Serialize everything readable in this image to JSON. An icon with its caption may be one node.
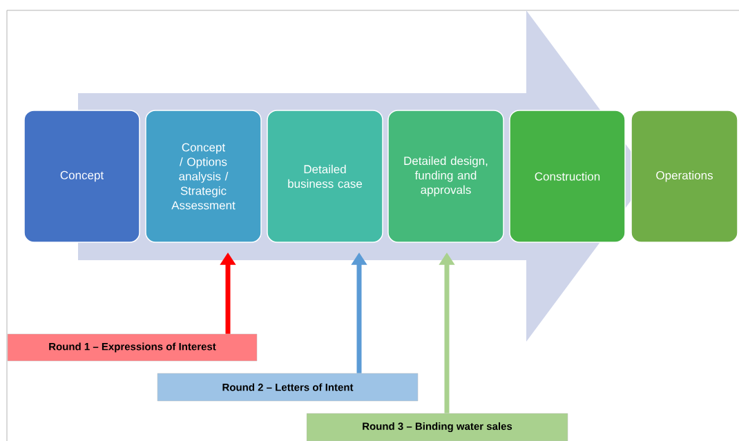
{
  "diagram": {
    "nodes": [
      {
        "text": [
          "Concept"
        ]
      },
      {
        "text": [
          "Concept / Options analysis / Strategic Assessment"
        ]
      },
      {
        "text": [
          "Detailed business case"
        ]
      },
      {
        "text": [
          "Detailed design, funding and approvals"
        ]
      },
      {
        "text": [
          "Construction"
        ]
      },
      {
        "text": [
          "Operations"
        ]
      },
      {
        "text": [
          "Round 1 – Expressions of Interest"
        ]
      },
      {
        "text": [
          "Round 2 – Letters of Intent"
        ]
      },
      {
        "text": [
          "Round 3 – Binding water sales"
        ]
      }
    ],
    "edges": [
      {
        "from": 6,
        "to": 1,
        "arrow": "to",
        "color": "#ff0000"
      },
      {
        "from": 7,
        "to": 2,
        "arrow": "to",
        "color": "#5b9bd5"
      },
      {
        "from": 8,
        "to": 3,
        "arrow": "to",
        "color": "#a9d18e"
      },
      {
        "from": 0,
        "to": 5,
        "arrow": "to",
        "style": "thick",
        "color": "#cfd5ea"
      }
    ]
  }
}
